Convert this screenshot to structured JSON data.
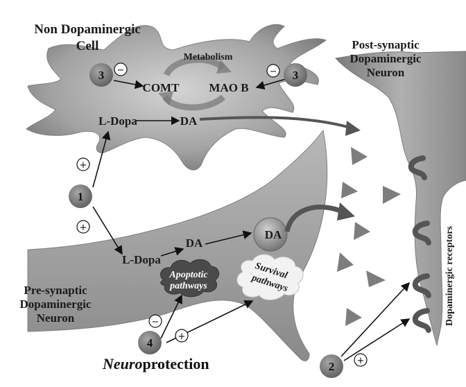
{
  "labels": {
    "non_dopaminergic_line1": "Non Dopaminergic",
    "non_dopaminergic_line2": "Cell",
    "post_line1": "Post-synaptic",
    "post_line2": "Dopaminergic",
    "post_line3": "Neuron",
    "pre_line1": "Pre-synaptic",
    "pre_line2": "Dopaminergic",
    "pre_line3": "Neuron",
    "metabolism": "Metabolism",
    "comt": "COMT",
    "maob": "MAO B",
    "ldopa_top": "L-Dopa",
    "da_top": "DA",
    "ldopa_bottom": "L-Dopa",
    "da_bottom": "DA",
    "da_vesicle": "DA",
    "apoptotic_line1": "Apoptotic",
    "apoptotic_line2": "pathways",
    "survival_line1": "Survival",
    "survival_line2": "pathways",
    "receptors": "Dopaminergic receptors",
    "neuroprotection_prefix": "Neuro",
    "neuroprotection_suffix": "protection"
  },
  "badges": {
    "b1": "1",
    "b2": "2",
    "b3_left": "3",
    "b3_right": "3",
    "b4": "4"
  },
  "signs": {
    "minus_comt": "−",
    "minus_maob": "−",
    "plus_top": "+",
    "plus_bottom": "+",
    "minus_apoptotic": "−",
    "plus_survival": "+",
    "plus_receptor": "+"
  },
  "colors": {
    "cell_gray": "#9a9a9a",
    "cell_dark": "#6e6e6e",
    "cell_light": "#c8c8c8",
    "badge": "#7a7a7a",
    "da_triangle": "#7d7d7d"
  }
}
